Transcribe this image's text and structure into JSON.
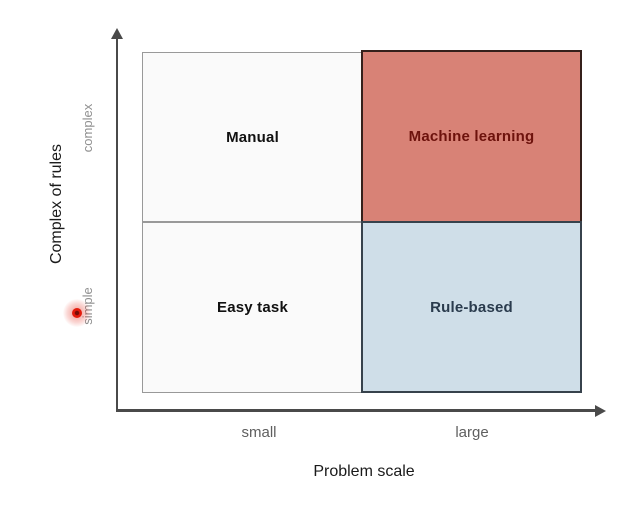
{
  "diagram": {
    "y_axis": {
      "title": "Complex of rules",
      "tick_top": "complex",
      "tick_bottom": "simple"
    },
    "x_axis": {
      "title": "Problem scale",
      "tick_left": "small",
      "tick_right": "large"
    },
    "quadrants": [
      {
        "id": "manual",
        "label": "Manual",
        "bg": "#fafafa",
        "text_color": "#111111",
        "border_color": "#999999"
      },
      {
        "id": "machine-learning",
        "label": "Machine learning",
        "bg": "#d88276",
        "text_color": "#6d120c",
        "border_color": "#35201b"
      },
      {
        "id": "easy-task",
        "label": "Easy task",
        "bg": "#fafafa",
        "text_color": "#111111",
        "border_color": "#999999"
      },
      {
        "id": "rule-based",
        "label": "Rule-based",
        "bg": "#cfdee8",
        "text_color": "#2a3b4d",
        "border_color": "#37424c"
      }
    ],
    "axis_color": "#4a4a4a",
    "click_indicator_color": "#e31b0c"
  }
}
